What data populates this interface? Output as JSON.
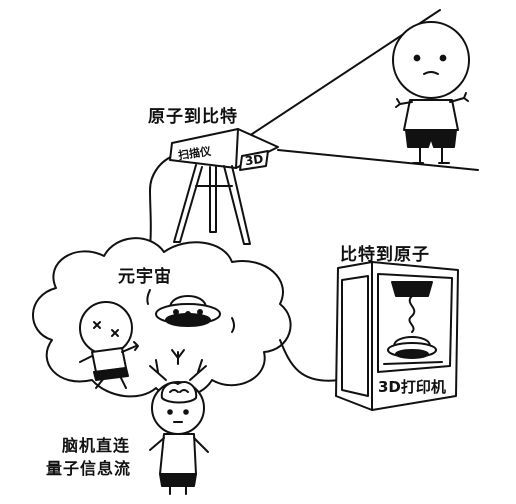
{
  "labels": {
    "atoms_to_bits": "原子到比特",
    "scanner": "扫描仪",
    "scanner_3d": "3D",
    "bits_to_atoms": "比特到原子",
    "printer": "3D打印机",
    "metaverse": "元宇宙",
    "bci_line1": "脑机直连",
    "bci_line2": "量子信息流"
  }
}
